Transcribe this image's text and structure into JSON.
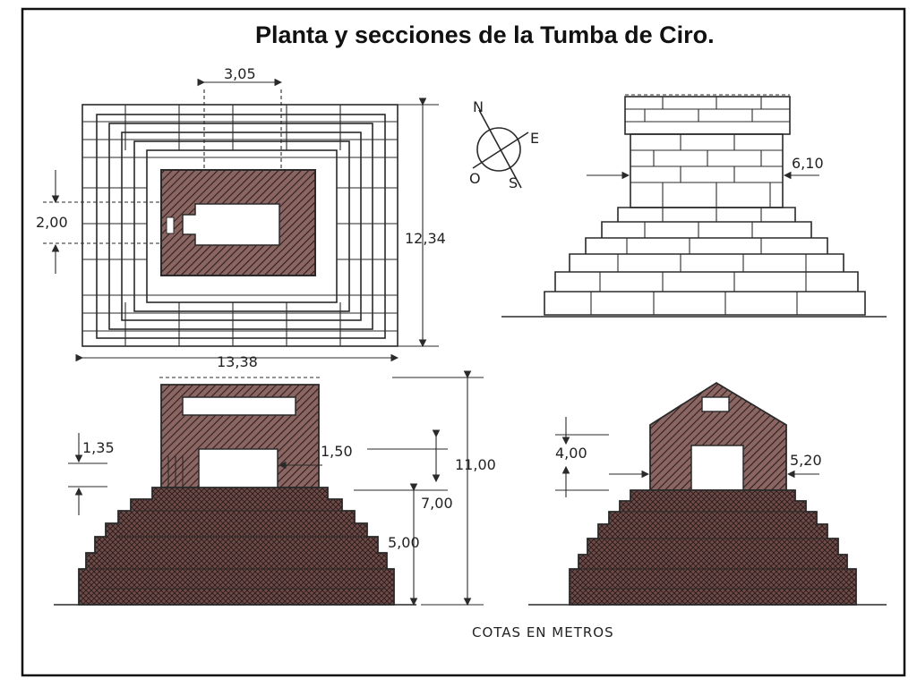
{
  "title": "Planta y secciones de la Tumba de Ciro.",
  "plan": {
    "dim_top": "3,05",
    "dim_left": "2,00",
    "dim_right": "12,34",
    "dim_bottom": "13,38"
  },
  "compass": {
    "north": "N",
    "east": "E",
    "south": "S",
    "west": "O"
  },
  "elevation": {
    "dim_side": "6,10"
  },
  "section_long": {
    "dim_135": "1,35",
    "dim_150": "1,50",
    "dim_700": "7,00",
    "dim_500": "5,00",
    "dim_1100": "11,00"
  },
  "section_cross": {
    "dim_400": "4,00",
    "dim_520": "5,20"
  },
  "footer_note": "COTAS EN METROS",
  "colors": {
    "ink": "#2a2a2a",
    "masonry_fill": "#7a5552",
    "paper": "#ffffff"
  }
}
